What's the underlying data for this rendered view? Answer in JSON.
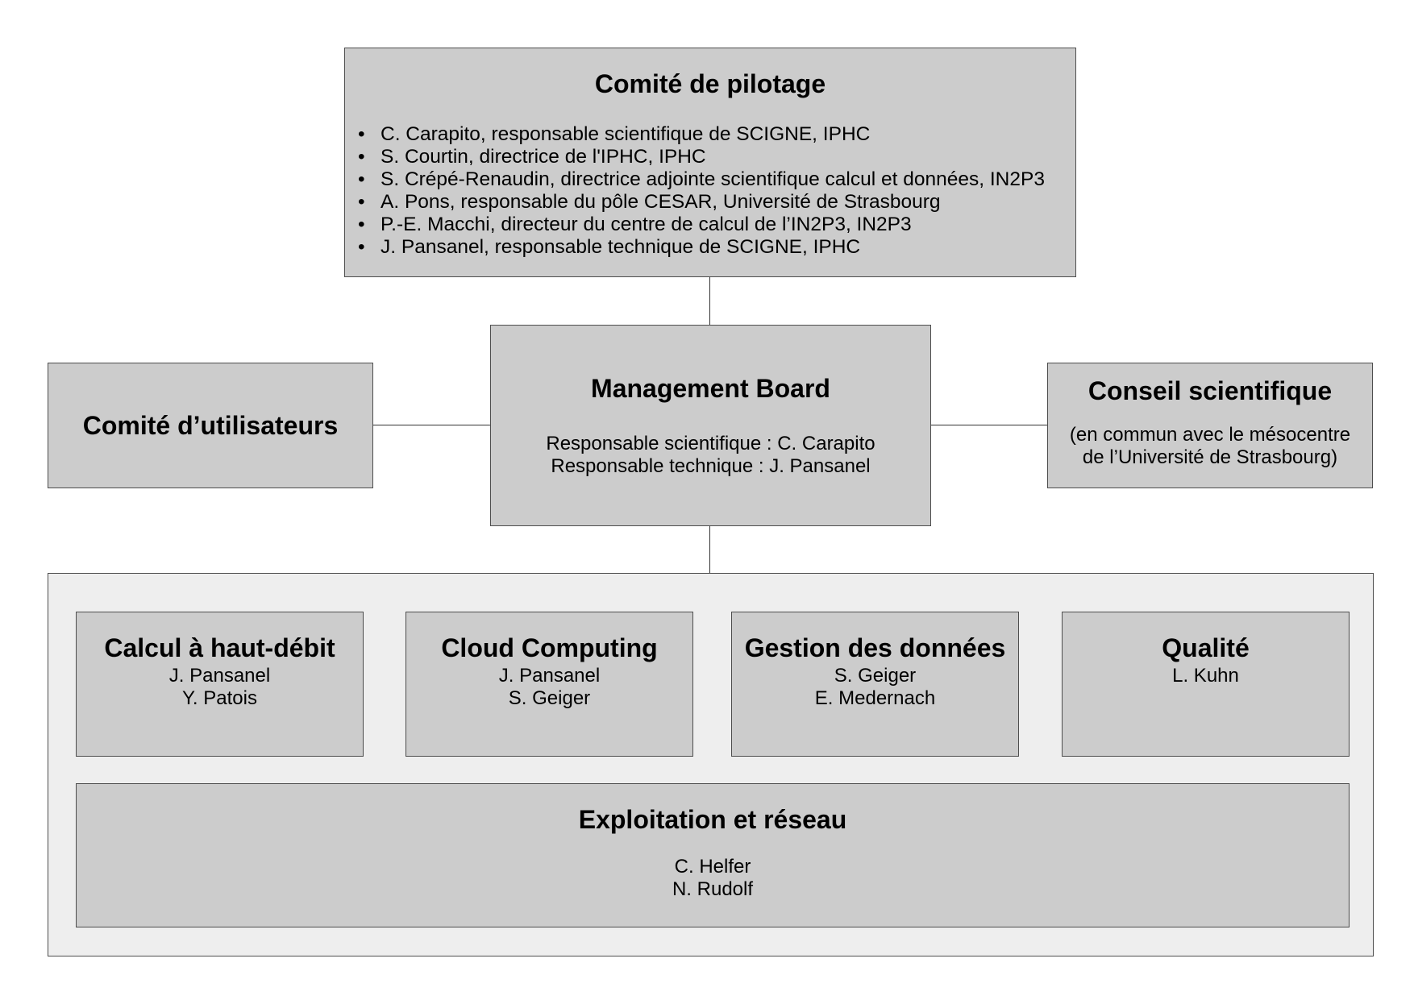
{
  "pilotage": {
    "title": "Comité de pilotage",
    "members": [
      "C. Carapito, responsable scientifique de SCIGNE, IPHC",
      "S. Courtin, directrice de l'IPHC, IPHC",
      "S. Crépé-Renaudin, directrice adjointe scientifique calcul et données, IN2P3",
      "A. Pons, responsable du pôle CESAR, Université de Strasbourg",
      "P.-E. Macchi, directeur du centre de calcul de l’IN2P3, IN2P3",
      "J. Pansanel, responsable technique de SCIGNE, IPHC"
    ]
  },
  "management": {
    "title": "Management Board",
    "line1": "Responsable scientifique : C. Carapito",
    "line2": "Responsable technique : J. Pansanel"
  },
  "utilisateurs": {
    "title": "Comité d’utilisateurs"
  },
  "conseil": {
    "title": "Conseil scientifique",
    "line1": "(en commun avec le mésocentre",
    "line2": "de l’Université de Strasbourg)"
  },
  "teams": [
    {
      "title": "Calcul à haut-débit",
      "names": [
        "J. Pansanel",
        "Y. Patois"
      ]
    },
    {
      "title": "Cloud Computing",
      "names": [
        "J. Pansanel",
        "S. Geiger"
      ]
    },
    {
      "title": "Gestion des données",
      "names": [
        "S. Geiger",
        "E. Medernach"
      ]
    },
    {
      "title": "Qualité",
      "names": [
        "L. Kuhn"
      ]
    }
  ],
  "exploitation": {
    "title": "Exploitation et réseau",
    "names": [
      "C. Helfer",
      "N. Rudolf"
    ]
  },
  "colors": {
    "box_fill": "#cccccc",
    "container_fill": "#eeeeee",
    "border": "#4d4d4d"
  }
}
